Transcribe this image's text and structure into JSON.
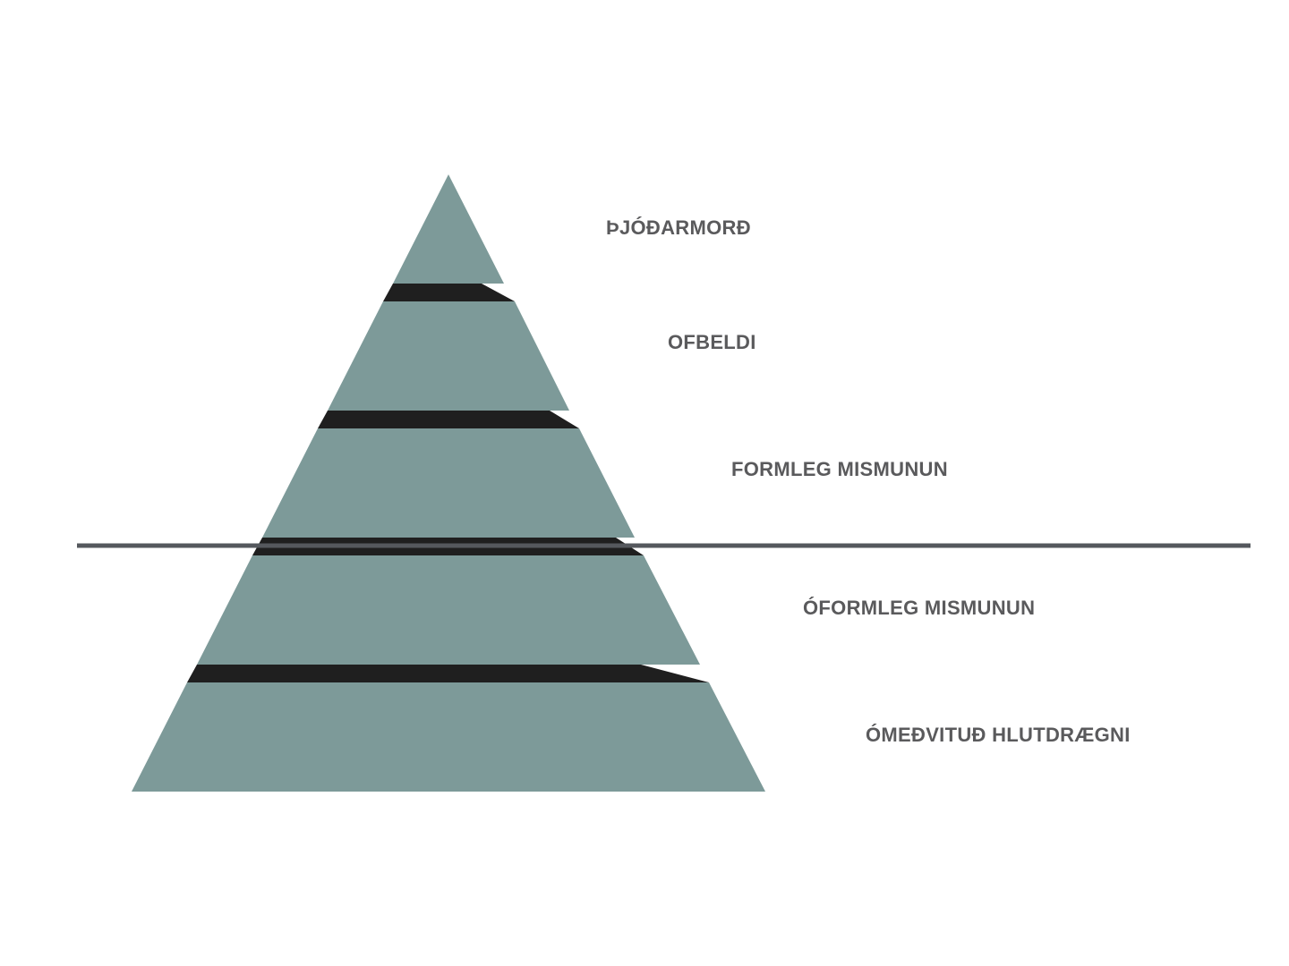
{
  "colors": {
    "level_fill": "#7d9a99",
    "shadow_fill": "#1f1f1f",
    "divider_line": "#55585d",
    "label_text": "#5a5a5c"
  },
  "levels": [
    {
      "label": "ÞJÓÐARMORÐ"
    },
    {
      "label": "OFBELDI"
    },
    {
      "label": "FORMLEG MISMUNUN"
    },
    {
      "label": "ÓFORMLEG MISMUNUN"
    },
    {
      "label": "ÓMEÐVITUÐ HLUTDRÆGNI"
    }
  ]
}
